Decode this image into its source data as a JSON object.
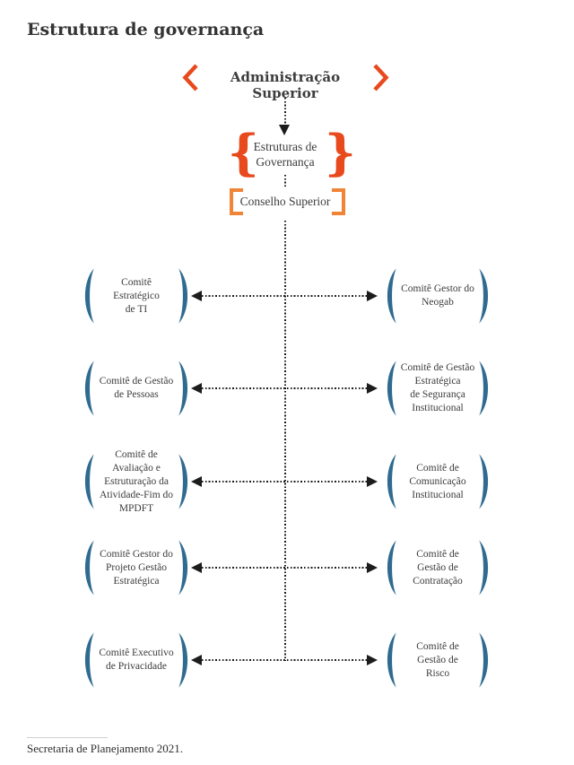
{
  "title": "Estrutura de governança",
  "top_node": {
    "label": "Administração Superior"
  },
  "governance_node": {
    "label": "Estruturas de\nGovernança",
    "brace_left": "{",
    "brace_right": "}"
  },
  "council_node": {
    "label": "Conselho Superior"
  },
  "rows": [
    {
      "left": "Comitê Estratégico\nde TI",
      "right": "Comitê Gestor do\nNeogab"
    },
    {
      "left": "Comitê de Gestão\nde Pessoas",
      "right": "Comitê de Gestão\nEstratégica\nde Segurança\nInstitucional"
    },
    {
      "left": "Comitê de\nAvaliação e\nEstruturação da\nAtividade-Fim do\nMPDFT",
      "right": "Comitê de\nComunicação\nInstitucional"
    },
    {
      "left": "Comitê Gestor do\nProjeto Gestão\nEstratégica",
      "right": "Comitê de\nGestão de\nContratação"
    },
    {
      "left": "Comitê Executivo\nde Privacidade",
      "right": "Comitê de\nGestão de\nRisco"
    }
  ],
  "footer": {
    "source": "Secretaria de Planejamento 2021."
  },
  "colors": {
    "accent_orange": "#e8491d",
    "accent_orange_light": "#f08437",
    "paren_blue": "#2f6b91",
    "line_black": "#1c1c1c",
    "text": "#3c3c3c"
  }
}
